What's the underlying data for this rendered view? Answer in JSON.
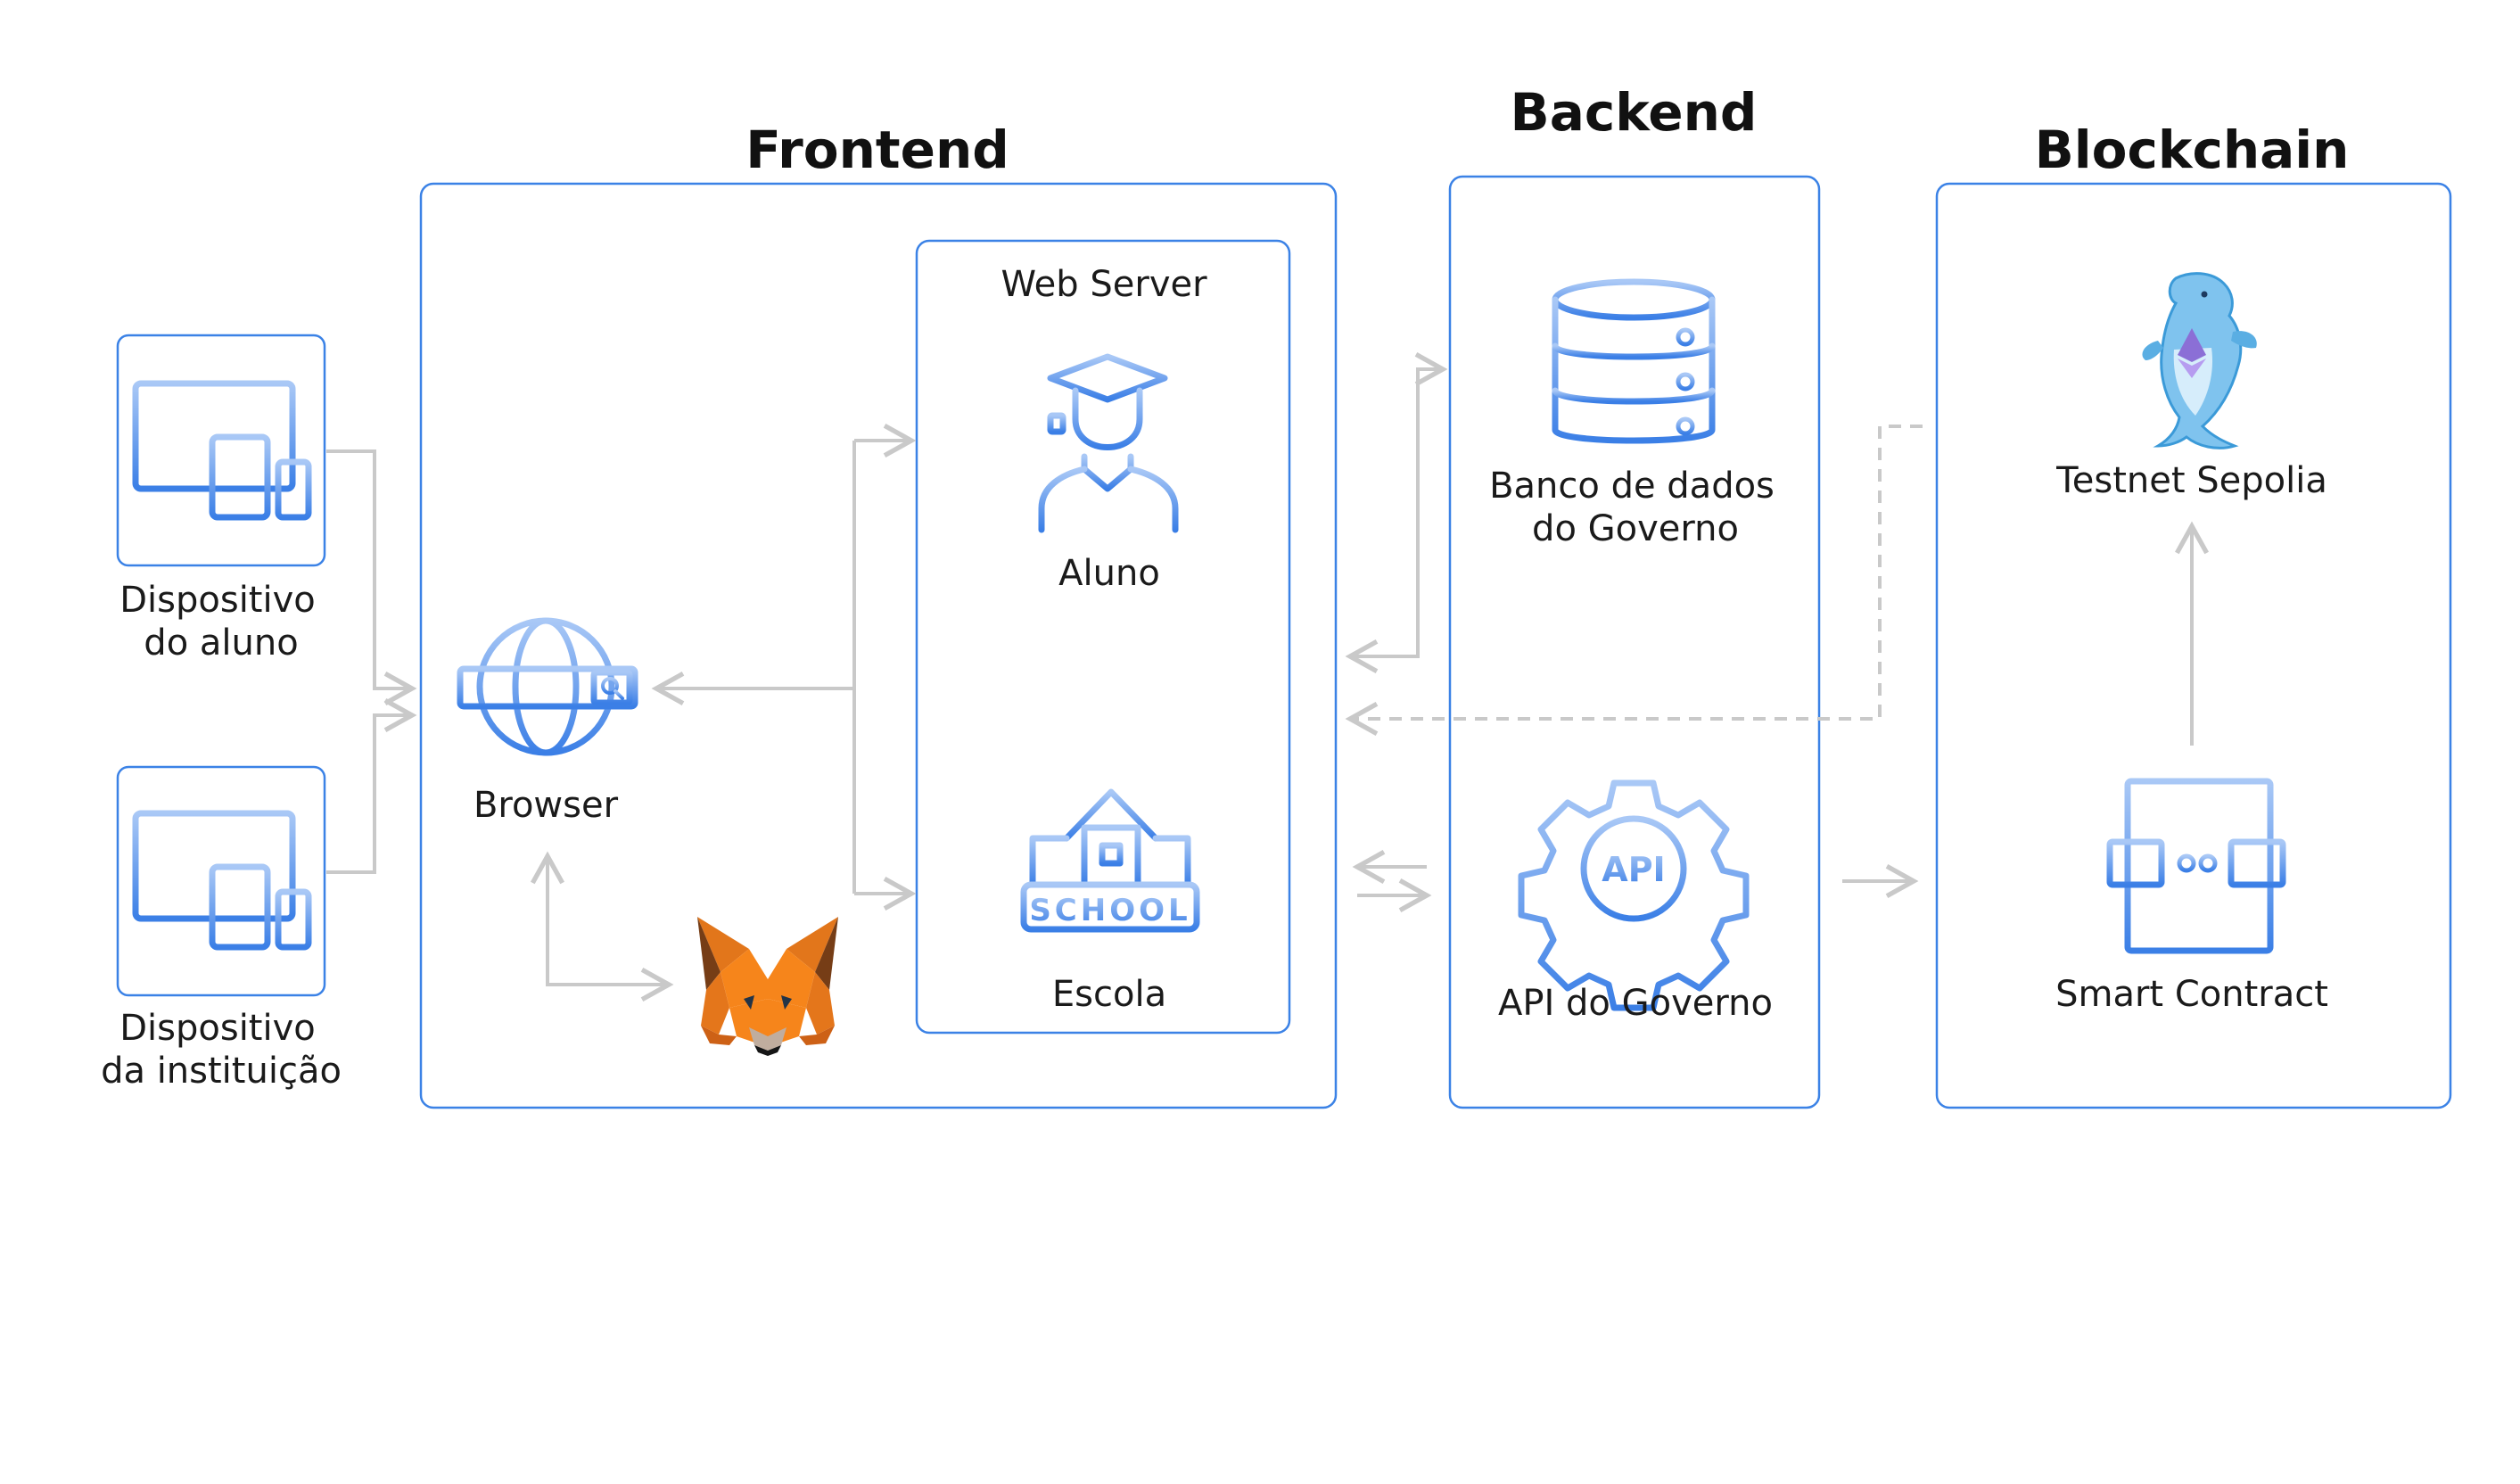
{
  "headings": {
    "frontend": "Frontend",
    "backend": "Backend",
    "blockchain": "Blockchain"
  },
  "devices": {
    "student": {
      "line1": "Dispositivo",
      "line2": "do aluno",
      "icon": "devices-icon"
    },
    "institution": {
      "line1": "Dispositivo",
      "line2": "da instituição",
      "icon": "devices-icon"
    }
  },
  "frontend": {
    "browser_label": "Browser",
    "web_server_title": "Web Server",
    "aluno_label": "Aluno",
    "escola_label": "Escola",
    "school_sign": "SCHOOL",
    "wallet_icon": "metamask-fox-icon"
  },
  "backend": {
    "db_line1": "Banco de dados",
    "db_line2": "do Governo",
    "api_label": "API do Governo",
    "api_badge": "API"
  },
  "blockchain": {
    "testnet_label": "Testnet Sepolia",
    "contract_label": "Smart Contract",
    "testnet_icon": "sepolia-dolphin-icon"
  },
  "colors": {
    "box_border": "#3b82e6",
    "icon_gradient_start": "#a9c8f6",
    "icon_gradient_end": "#3b7fe6",
    "connector": "#c9c9c9",
    "fox_orange": "#e2761b"
  }
}
